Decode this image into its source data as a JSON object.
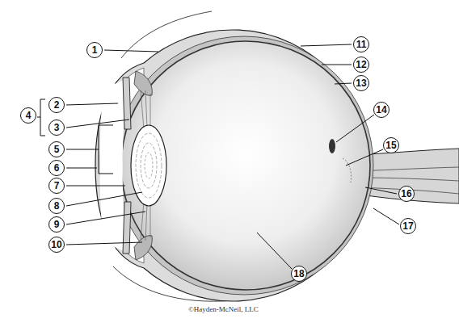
{
  "diagram": {
    "labels": [
      "1",
      "2",
      "3",
      "4",
      "5",
      "6",
      "7",
      "8",
      "9",
      "10",
      "11",
      "12",
      "13",
      "14",
      "15",
      "16",
      "17",
      "18",
      "©Hayden-McNeil, LLC"
    ]
  }
}
